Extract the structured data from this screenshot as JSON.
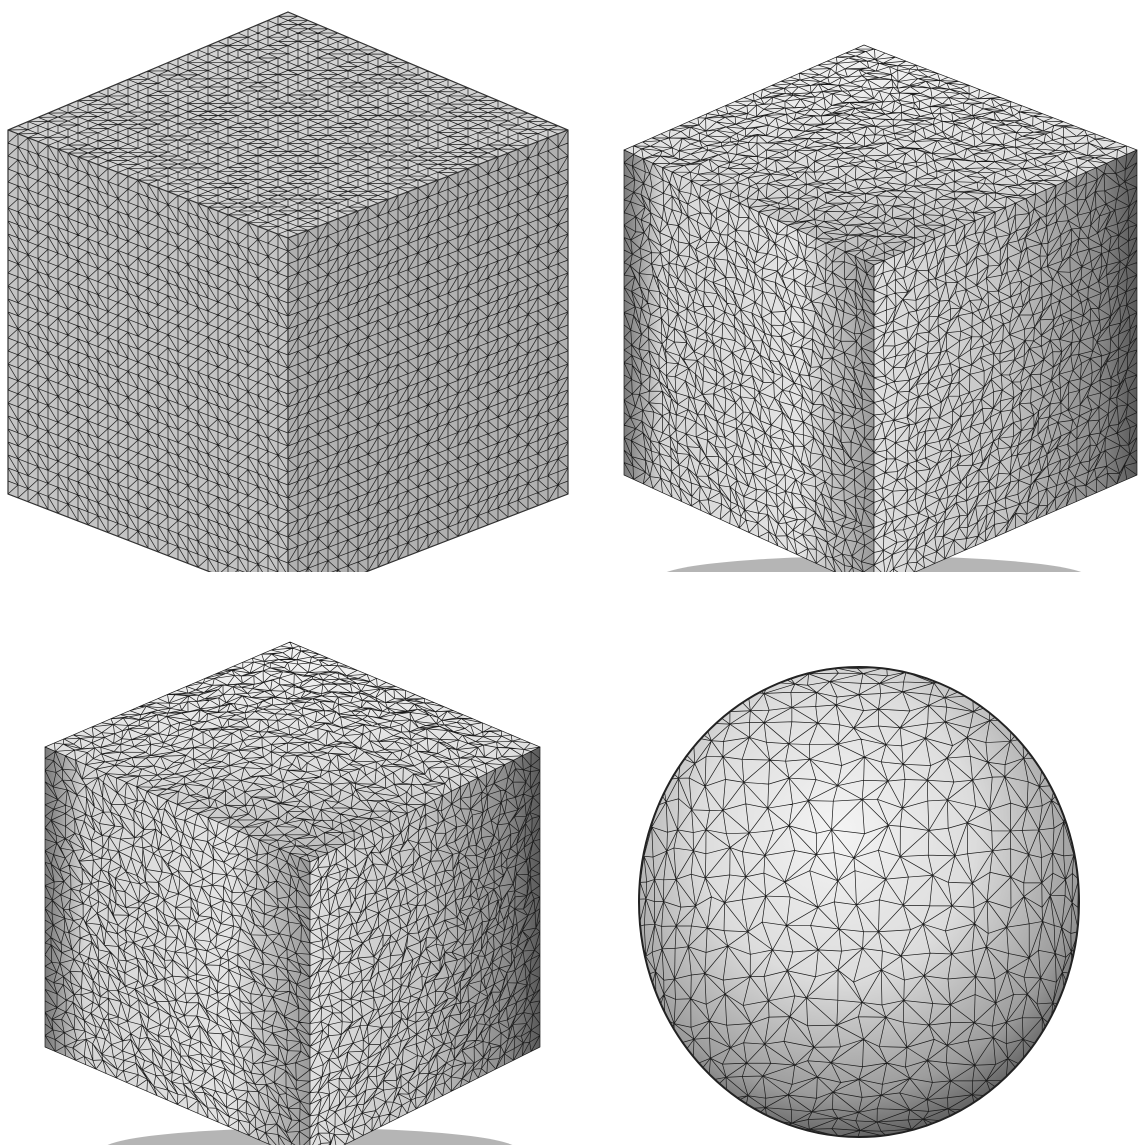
{
  "figure": {
    "panels": [
      {
        "shape": "cube",
        "roundness": 0.0,
        "shading": "flat"
      },
      {
        "shape": "perturbed-cube",
        "roundness": 0.3,
        "shading": "smooth"
      },
      {
        "shape": "rounded-cube",
        "roundness": 0.55,
        "shading": "smooth"
      },
      {
        "shape": "near-sphere",
        "roundness": 0.85,
        "shading": "smooth"
      }
    ],
    "colors": {
      "background": "#ffffff",
      "face_light": "#e6e6e6",
      "face_mid": "#bdbdbd",
      "face_dark": "#8a8a8a",
      "mesh_line": "#1a1a1a"
    }
  }
}
